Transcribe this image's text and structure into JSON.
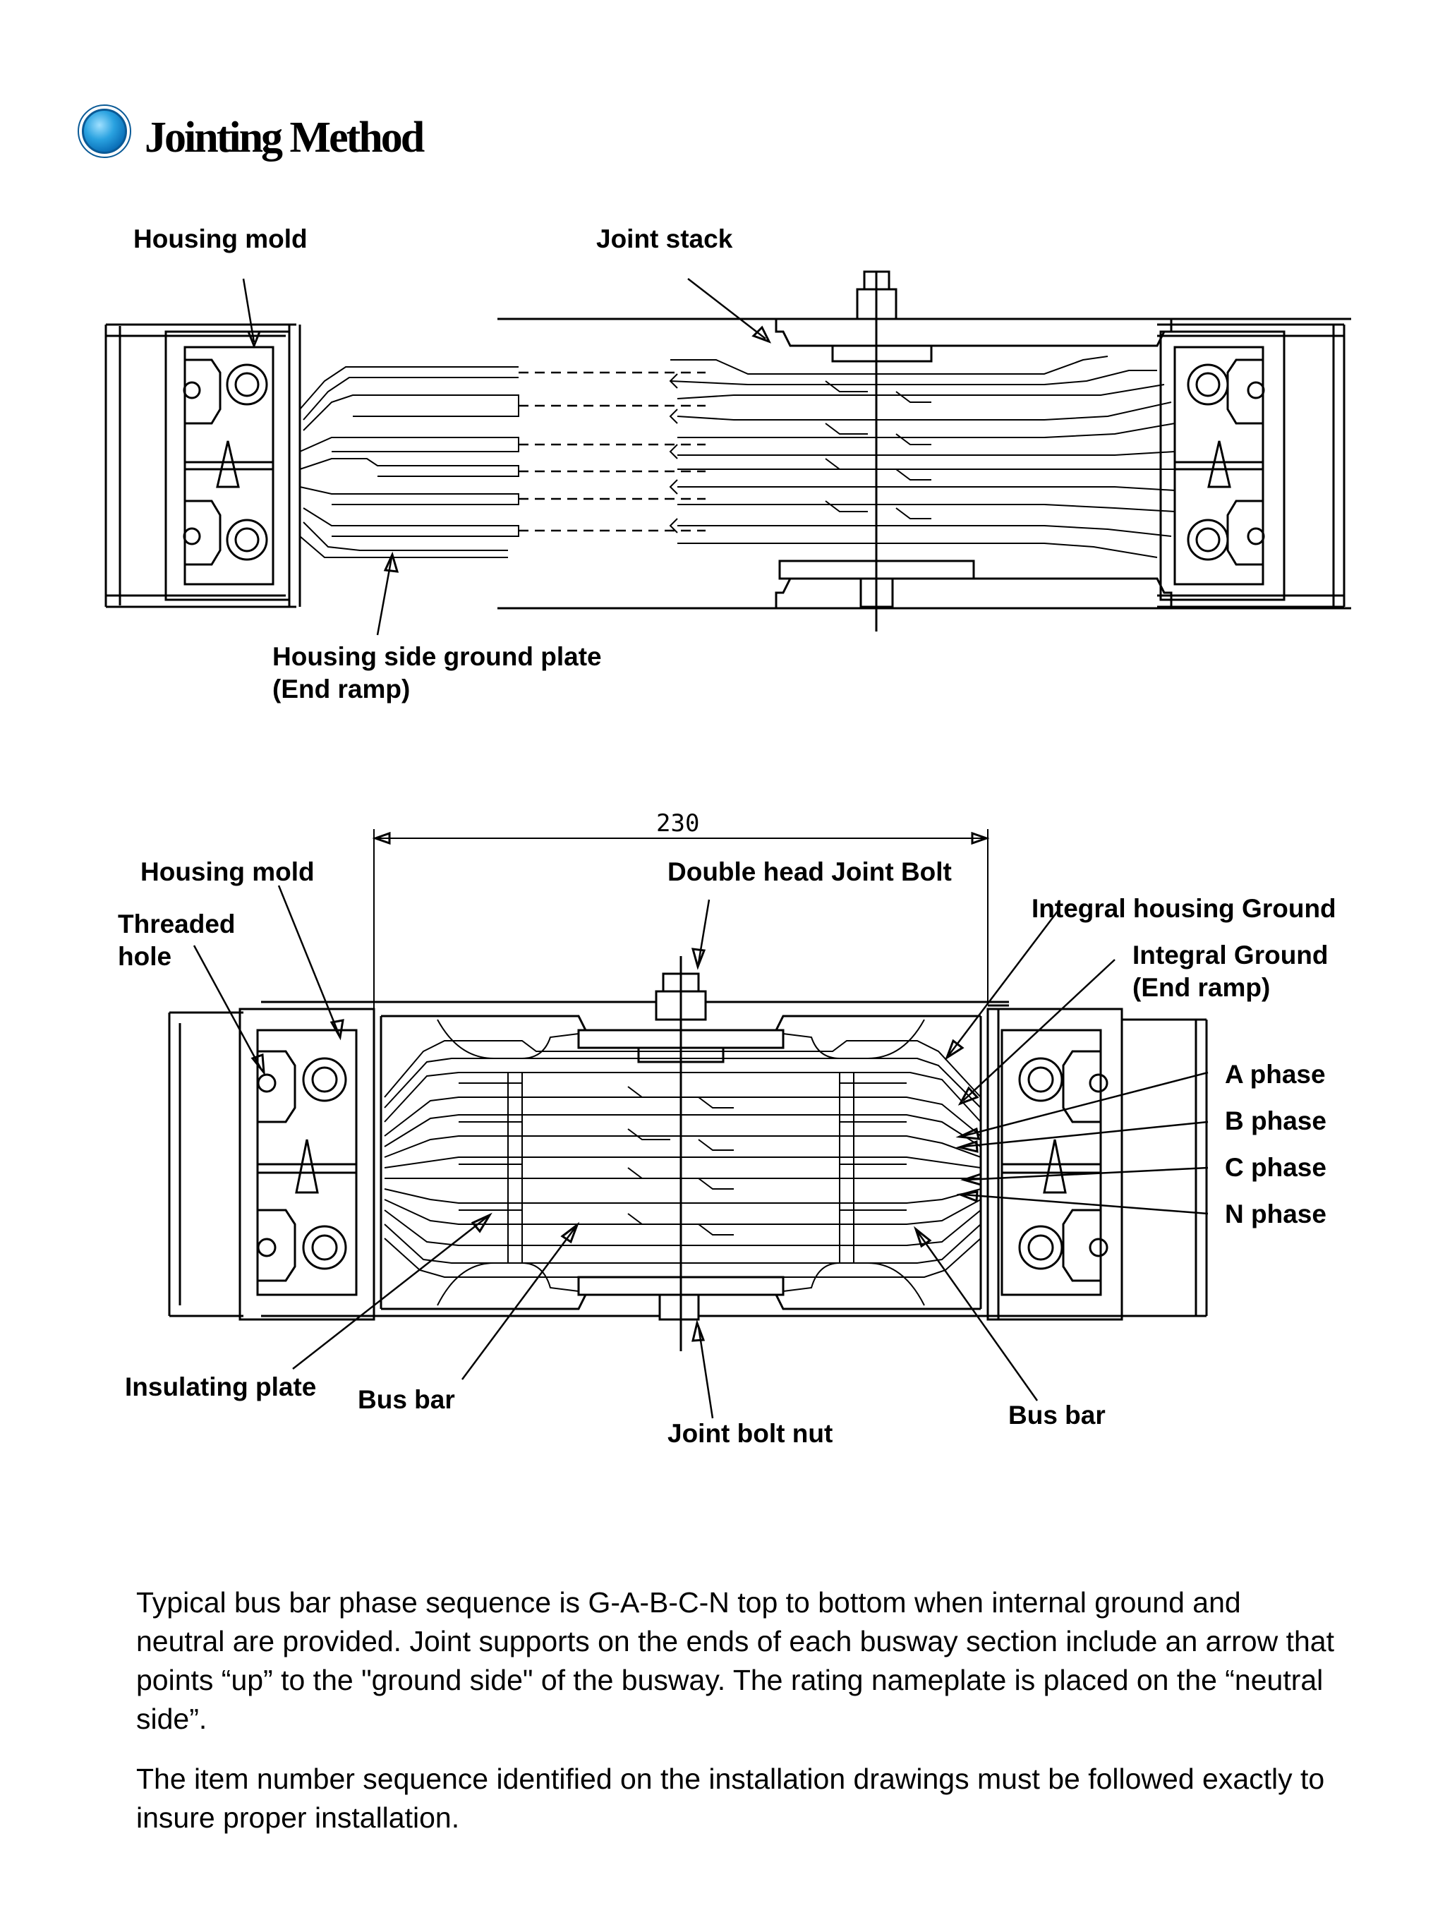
{
  "header": {
    "title": "Jointing Method",
    "bullet_icon": "blue-circle-bullet-icon"
  },
  "diagram_top": {
    "labels": {
      "housing_mold": "Housing mold",
      "joint_stack": "Joint stack",
      "housing_side_ground_plate": "Housing side ground plate\n(End ramp)"
    }
  },
  "diagram_bottom": {
    "dimension": "230",
    "labels": {
      "housing_mold": "Housing mold",
      "threaded_hole": "Threaded\nhole",
      "double_head_joint_bolt": "Double head Joint Bolt",
      "integral_housing_ground": "Integral housing Ground",
      "integral_ground": "Integral Ground\n(End ramp)",
      "a_phase": "A phase",
      "b_phase": "B phase",
      "c_phase": "C phase",
      "n_phase": "N phase",
      "insulating_plate": "Insulating plate",
      "bus_bar_left": "Bus bar",
      "joint_bolt_nut": "Joint bolt nut",
      "bus_bar_right": "Bus bar"
    }
  },
  "body": {
    "paragraph1": "Typical bus bar phase sequence is G-A-B-C-N top to bottom when internal ground and neutral are provided. Joint supports on the ends of each busway section include an arrow that points “up” to the \"ground side\" of the busway. The rating nameplate is placed on the “neutral side”.",
    "paragraph2": "The item number sequence identified on the installation drawings must be followed exactly to insure proper installation."
  }
}
